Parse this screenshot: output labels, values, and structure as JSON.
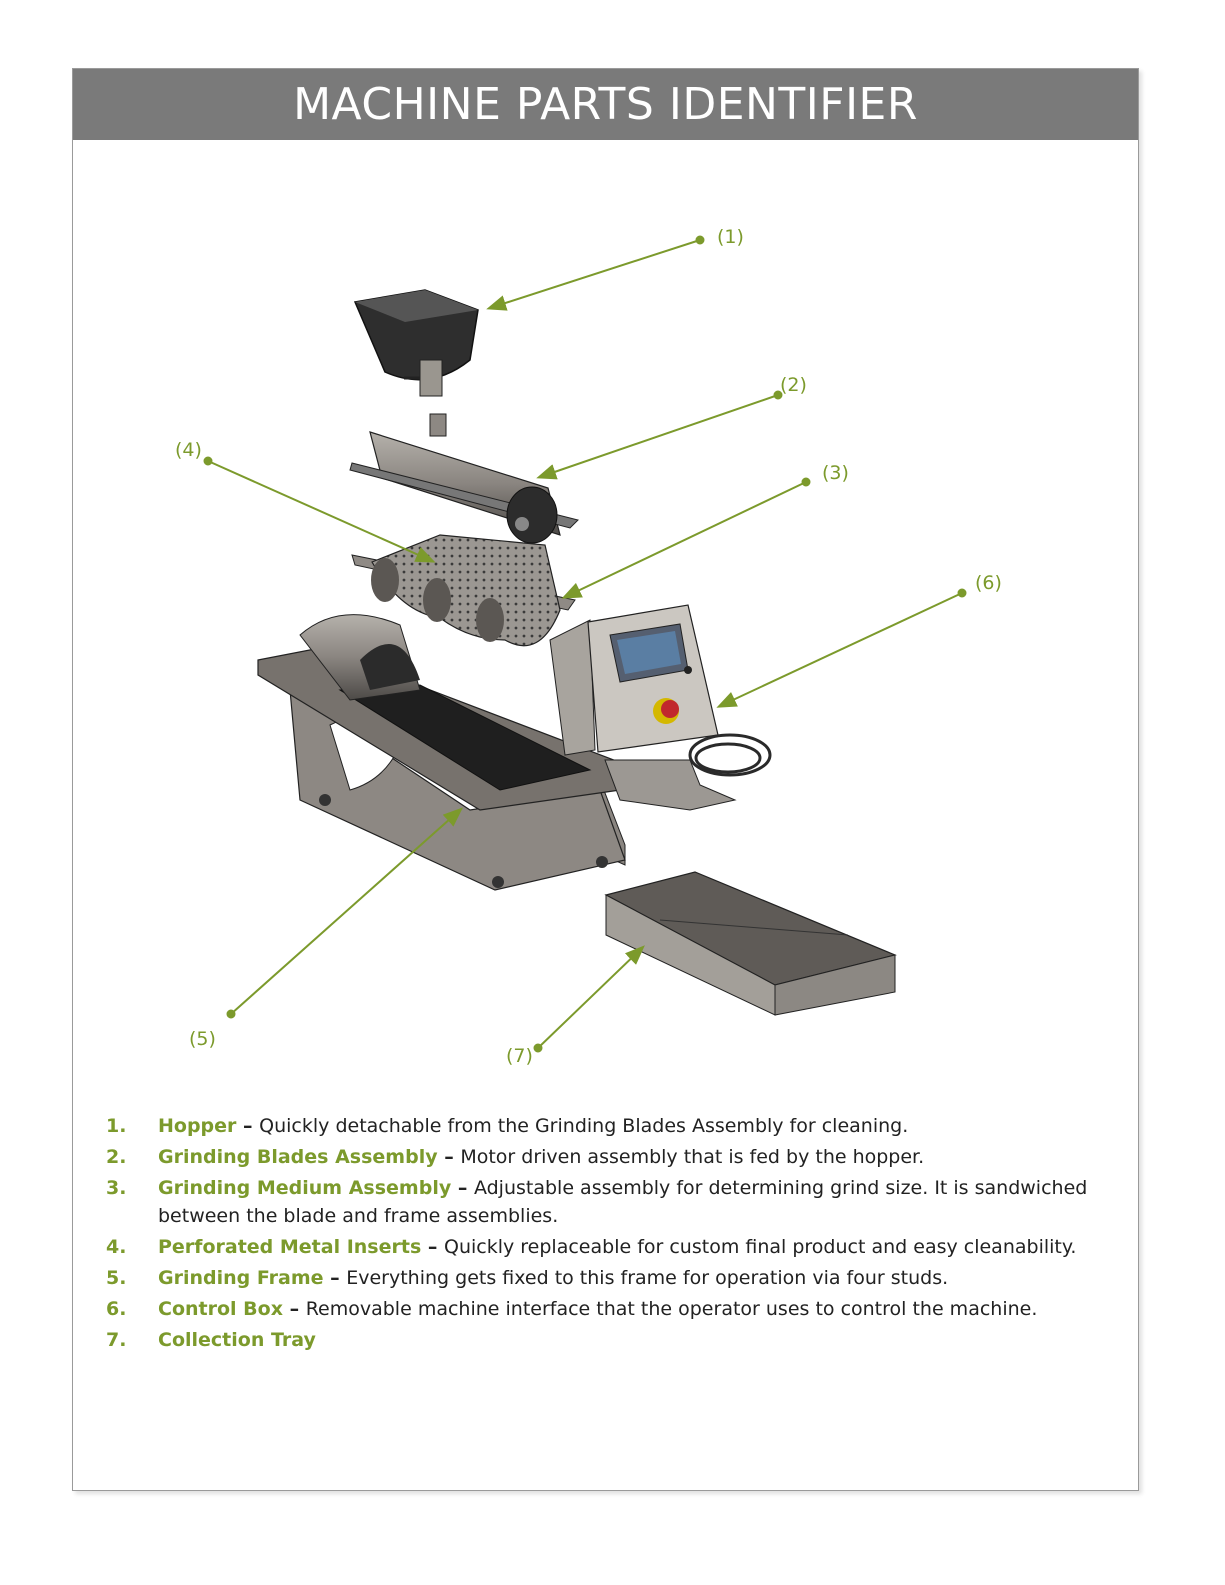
{
  "title": "MACHINE PARTS IDENTIFIER",
  "colors": {
    "accent": "#7c9a2c",
    "header_bg": "#7a7a7a",
    "metal": "#8a8580",
    "dark_metal": "#3b3b3b"
  },
  "callouts": [
    "(1)",
    "(2)",
    "(3)",
    "(4)",
    "(5)",
    "(6)",
    "(7)"
  ],
  "parts": [
    {
      "num": "1.",
      "name": "Hopper",
      "sep": " – ",
      "desc": "Quickly detachable from the Grinding Blades Assembly for cleaning."
    },
    {
      "num": "2.",
      "name": "Grinding Blades Assembly",
      "sep": " – ",
      "desc": "Motor driven assembly that is fed by the hopper."
    },
    {
      "num": "3.",
      "name": "Grinding Medium Assembly",
      "sep": " – ",
      "desc": "Adjustable assembly for determining grind size. It is sandwiched between the blade and frame assemblies."
    },
    {
      "num": "4.",
      "name": "Perforated Metal Inserts",
      "sep": " – ",
      "desc": "Quickly replaceable for custom final product and easy cleanability."
    },
    {
      "num": "5.",
      "name": "Grinding Frame",
      "sep": " – ",
      "desc": "Everything gets fixed to this frame for operation via four studs."
    },
    {
      "num": "6.",
      "name": "Control Box",
      "sep": " – ",
      "desc": "Removable machine interface that the operator uses to control the machine."
    },
    {
      "num": "7.",
      "name": "Collection Tray",
      "sep": "",
      "desc": ""
    }
  ]
}
